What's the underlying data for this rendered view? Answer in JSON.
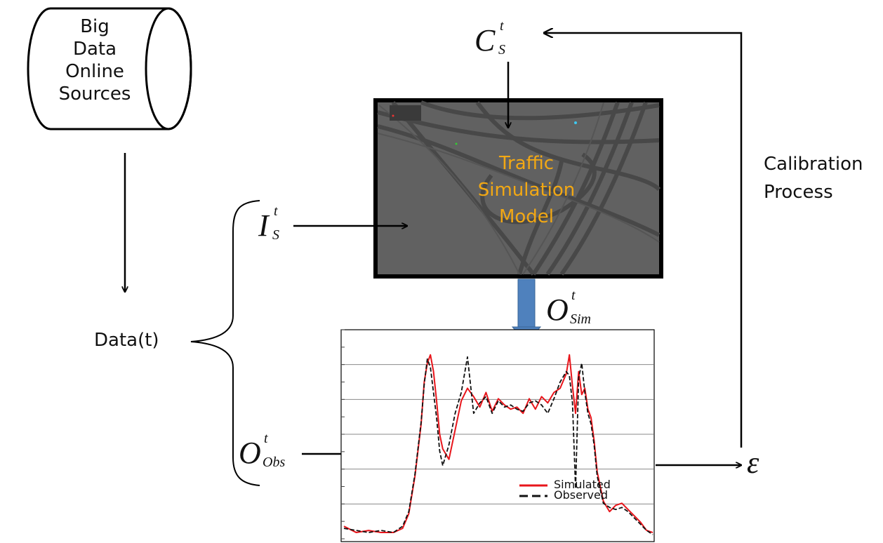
{
  "source_box": {
    "label_lines": [
      "Big",
      "Data",
      "Online",
      "Sources"
    ]
  },
  "data_label": "Data(t)",
  "model_box": {
    "label_lines": [
      "Traffic",
      "Simulation",
      "Model"
    ]
  },
  "calibration_label": [
    "Calibration",
    "Process"
  ],
  "symbols": {
    "c_s": {
      "base": "C",
      "sup": "t",
      "sub": "S"
    },
    "i_s": {
      "base": "I",
      "sup": "t",
      "sub": "S"
    },
    "o_sim": {
      "base": "O",
      "sup": "t",
      "sub": "Sim"
    },
    "o_obs": {
      "base": "O",
      "sup": "t",
      "sub": "Obs"
    },
    "epsilon": "ε"
  },
  "chart_data": {
    "type": "line",
    "title": "",
    "xlabel": "",
    "ylabel": "",
    "xlim": [
      0,
      100
    ],
    "ylim": [
      0,
      100
    ],
    "grid": true,
    "legend": "bottom-right",
    "series": [
      {
        "name": "Simulated",
        "color": "#e8151b",
        "x": [
          0,
          4,
          8,
          12,
          16,
          19,
          21,
          23,
          25,
          26,
          27,
          28,
          29,
          30,
          31,
          32,
          34,
          36,
          38,
          40,
          42,
          44,
          46,
          48,
          50,
          52,
          54,
          56,
          58,
          60,
          62,
          64,
          66,
          68,
          70,
          72,
          73,
          74,
          75,
          76,
          77,
          78,
          79,
          80,
          81,
          82,
          84,
          86,
          88,
          90,
          92,
          94,
          96,
          98,
          100
        ],
        "y": [
          6,
          3,
          4,
          3,
          3,
          5,
          12,
          30,
          55,
          75,
          84,
          88,
          80,
          66,
          50,
          43,
          38,
          52,
          66,
          72,
          68,
          63,
          70,
          61,
          67,
          64,
          62,
          63,
          60,
          67,
          62,
          68,
          65,
          70,
          72,
          79,
          88,
          73,
          60,
          80,
          69,
          72,
          62,
          58,
          47,
          32,
          18,
          13,
          16,
          17,
          14,
          11,
          8,
          4,
          3
        ]
      },
      {
        "name": "Observed",
        "color": "#111111",
        "x": [
          0,
          4,
          8,
          12,
          16,
          19,
          21,
          23,
          25,
          26,
          27,
          28,
          29,
          30,
          31,
          32,
          34,
          36,
          38,
          40,
          42,
          44,
          46,
          48,
          50,
          52,
          54,
          56,
          58,
          60,
          62,
          64,
          66,
          68,
          70,
          72,
          73,
          74,
          75,
          76,
          77,
          78,
          79,
          80,
          81,
          82,
          84,
          86,
          88,
          90,
          92,
          94,
          96,
          98,
          100
        ],
        "y": [
          5,
          4,
          3,
          4,
          3,
          6,
          13,
          31,
          56,
          74,
          86,
          82,
          70,
          58,
          42,
          35,
          45,
          60,
          70,
          87,
          60,
          65,
          68,
          60,
          66,
          63,
          64,
          62,
          61,
          65,
          66,
          64,
          60,
          67,
          75,
          80,
          78,
          65,
          24,
          77,
          84,
          70,
          60,
          55,
          45,
          30,
          17,
          15,
          14,
          15,
          13,
          10,
          7,
          4,
          2
        ]
      }
    ]
  }
}
